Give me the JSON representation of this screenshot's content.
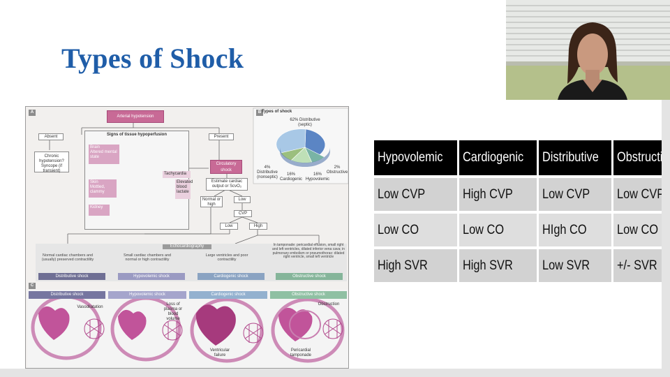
{
  "slide": {
    "title": "Types of Shock"
  },
  "figure": {
    "panel_a": {
      "letter": "A",
      "arterial_hypotension": "Arterial hypotension",
      "absent": "Absent",
      "present": "Present",
      "signs_title": "Signs of tissue hypoperfusion",
      "chronic": "Chronic hypotension? Syncope (if transient)",
      "brain_tag": "Brain",
      "brain_text": "Altered mental state",
      "skin_tag": "Skin",
      "skin_text": "Mottled, clammy",
      "kidney_tag": "Kidney",
      "tachycardia": "Tachycardia",
      "elevated_lactate": "Elevated blood lactate",
      "circulatory_shock": "Circulatory shock",
      "estimate": "Estimate cardiac output or ScvO₂",
      "normal_or_high": "Normal or high",
      "low": "Low",
      "cvp": "CVP",
      "cvp_low": "Low",
      "cvp_high": "High",
      "echo": "Echocardiography",
      "desc_distributive": "Normal cardiac chambers and (usually) preserved contractility",
      "desc_hypovolemic": "Small cardiac chambers and normal or high contractility",
      "desc_cardiogenic": "Large ventricles and poor contractility",
      "desc_obstructive": "In tamponade: pericardial effusion, small right and left ventricles, dilated inferior vena cava; in pulmonary embolism or pneumothorax: dilated right ventricle, small left ventricle",
      "label_distributive": "Distributive shock",
      "label_hypovolemic": "Hypovolemic shock",
      "label_cardiogenic": "Cardiogenic shock",
      "label_obstructive": "Obstructive shock"
    },
    "panel_b": {
      "letter": "B",
      "title": "Types of shock",
      "pie_labels": {
        "septic": "62% Distributive (septic)",
        "nonseptic": "4% Distributive (nonseptic)",
        "cardiogenic": "16% Cardiogenic",
        "hypovolemic": "16% Hypovolemic",
        "obstructive": "2% Obstructive"
      }
    },
    "panel_c": {
      "letter": "C",
      "titles": [
        "Distributive shock",
        "Hypovolemic shock",
        "Cardiogenic shock",
        "Obstructive shock"
      ],
      "notes": {
        "vasodilatation": "Vasodilatation",
        "loss": "Loss of plasma or blood volume",
        "ventricular_failure": "Ventricular failure",
        "obstruction": "Obstruction",
        "pericardial": "Pericardial tamponade"
      }
    }
  },
  "table": {
    "headers": [
      "Hypovolemic",
      "Cardiogenic",
      "Distributive",
      "Obstructive"
    ],
    "rows": [
      [
        "Low CVP",
        "High CVP",
        "Low CVP",
        "Low CVP"
      ],
      [
        "Low CO",
        "Low CO",
        "HIgh CO",
        "Low CO"
      ],
      [
        "High SVR",
        "High SVR",
        "Low SVR",
        "+/- SVR"
      ]
    ]
  },
  "colors": {
    "title_blue": "#1f5da8",
    "table_header_bg": "#000000",
    "table_cell_bg": "#d9d9d9",
    "shock_pink": "#c86a96"
  }
}
